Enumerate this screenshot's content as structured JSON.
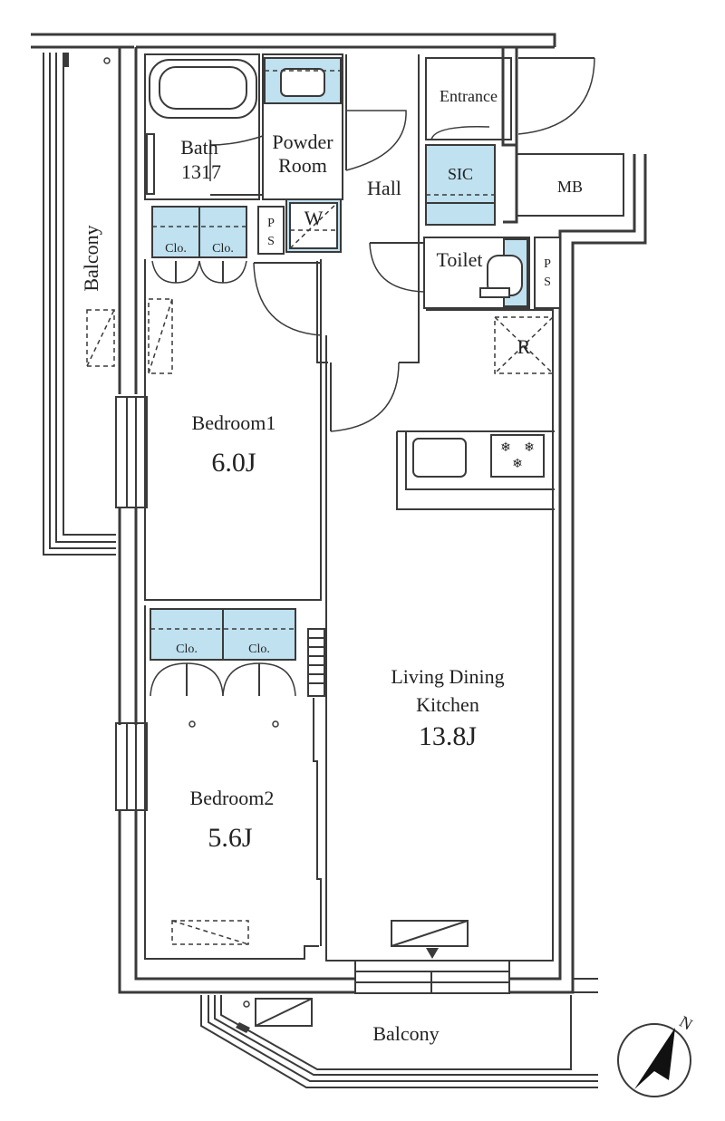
{
  "rooms": {
    "bedroom1": {
      "name": "Bedroom1",
      "size": "6.0J"
    },
    "bedroom2": {
      "name": "Bedroom2",
      "size": "5.6J"
    },
    "ldk": {
      "line1": "Living Dining",
      "line2": "Kitchen",
      "size": "13.8J"
    },
    "bath": {
      "name": "Bath",
      "size": "1317"
    },
    "powder_room": {
      "line1": "Powder",
      "line2": "Room"
    },
    "hall": "Hall",
    "entrance": "Entrance",
    "sic": "SIC",
    "mb": "MB",
    "toilet": "Toilet",
    "washer": "W",
    "refrigerator": "R",
    "ps": "PS",
    "balcony_left": "Balcony",
    "balcony_bottom": "Balcony"
  },
  "closets": {
    "label": "Clo."
  },
  "compass": {
    "north": "N"
  },
  "colors": {
    "fixture_blue": "#bfe1f0",
    "wall": "#3a3a3a"
  }
}
